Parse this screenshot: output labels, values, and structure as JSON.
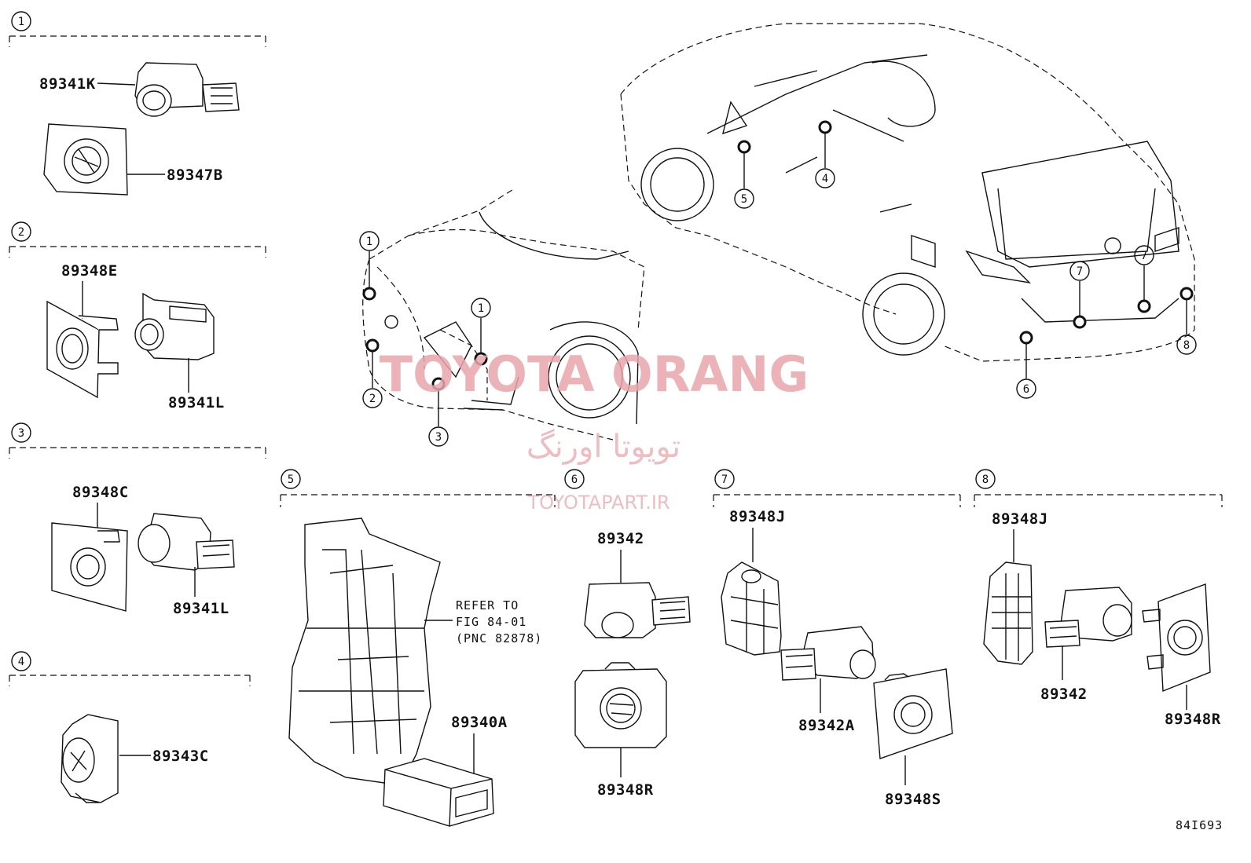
{
  "sections": [
    {
      "id": "1",
      "parts": [
        "89341K",
        "89347B"
      ]
    },
    {
      "id": "2",
      "parts": [
        "89348E",
        "89341L"
      ]
    },
    {
      "id": "3",
      "parts": [
        "89348C",
        "89341L"
      ]
    },
    {
      "id": "4",
      "parts": [
        "89343C"
      ]
    },
    {
      "id": "5",
      "parts": [
        "89340A"
      ],
      "note": [
        "REFER TO",
        "FIG 84-01",
        "(PNC 82878)"
      ]
    },
    {
      "id": "6",
      "parts": [
        "89342",
        "89348R"
      ]
    },
    {
      "id": "7",
      "parts": [
        "89348J",
        "89342A",
        "89348S"
      ]
    },
    {
      "id": "8",
      "parts": [
        "89348J",
        "89342",
        "89348R"
      ]
    }
  ],
  "callouts": [
    "1",
    "1",
    "2",
    "3",
    "4",
    "5",
    "6",
    "7",
    "7",
    "8"
  ],
  "watermark": {
    "brand": "TOYOTA ORANG",
    "persian": "تویوتا اورنگ",
    "url": "TOYOTAPART.IR"
  },
  "figure_code": "84I693"
}
